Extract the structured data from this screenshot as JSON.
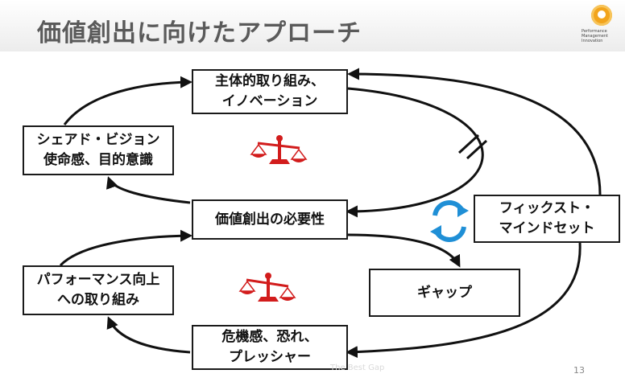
{
  "slide": {
    "title": "価値創出に向けたアプローチ",
    "page_number": "13",
    "footer_faint": "The Best Gap"
  },
  "logo": {
    "text": "Performance\nManagement\nInnovation",
    "color": "#f2a41c"
  },
  "boxes": {
    "initiative": {
      "line1": "主体的取り組み、",
      "line2": "イノベーション"
    },
    "shared_vision": {
      "line1": "シェアド・ビジョン",
      "line2": "使命感、目的意識"
    },
    "value_need": {
      "line1": "価値創出の必要性"
    },
    "fixed_mindset": {
      "line1": "フィックスト・",
      "line2": "マインドセット"
    },
    "performance": {
      "line1": "パフォーマンス向上",
      "line2": "への取り組み"
    },
    "gap": {
      "line1": "ギャップ"
    },
    "crisis": {
      "line1": "危機感、恐れ、",
      "line2": "プレッシャー"
    }
  },
  "colors": {
    "scale_red": "#d21c1c",
    "cycle_blue": "#1f8fd6",
    "arrow": "#111111"
  },
  "icons": [
    "balance-scale-icon",
    "balance-scale-icon",
    "refresh-cycle-icon",
    "blocked-marker-icon"
  ]
}
